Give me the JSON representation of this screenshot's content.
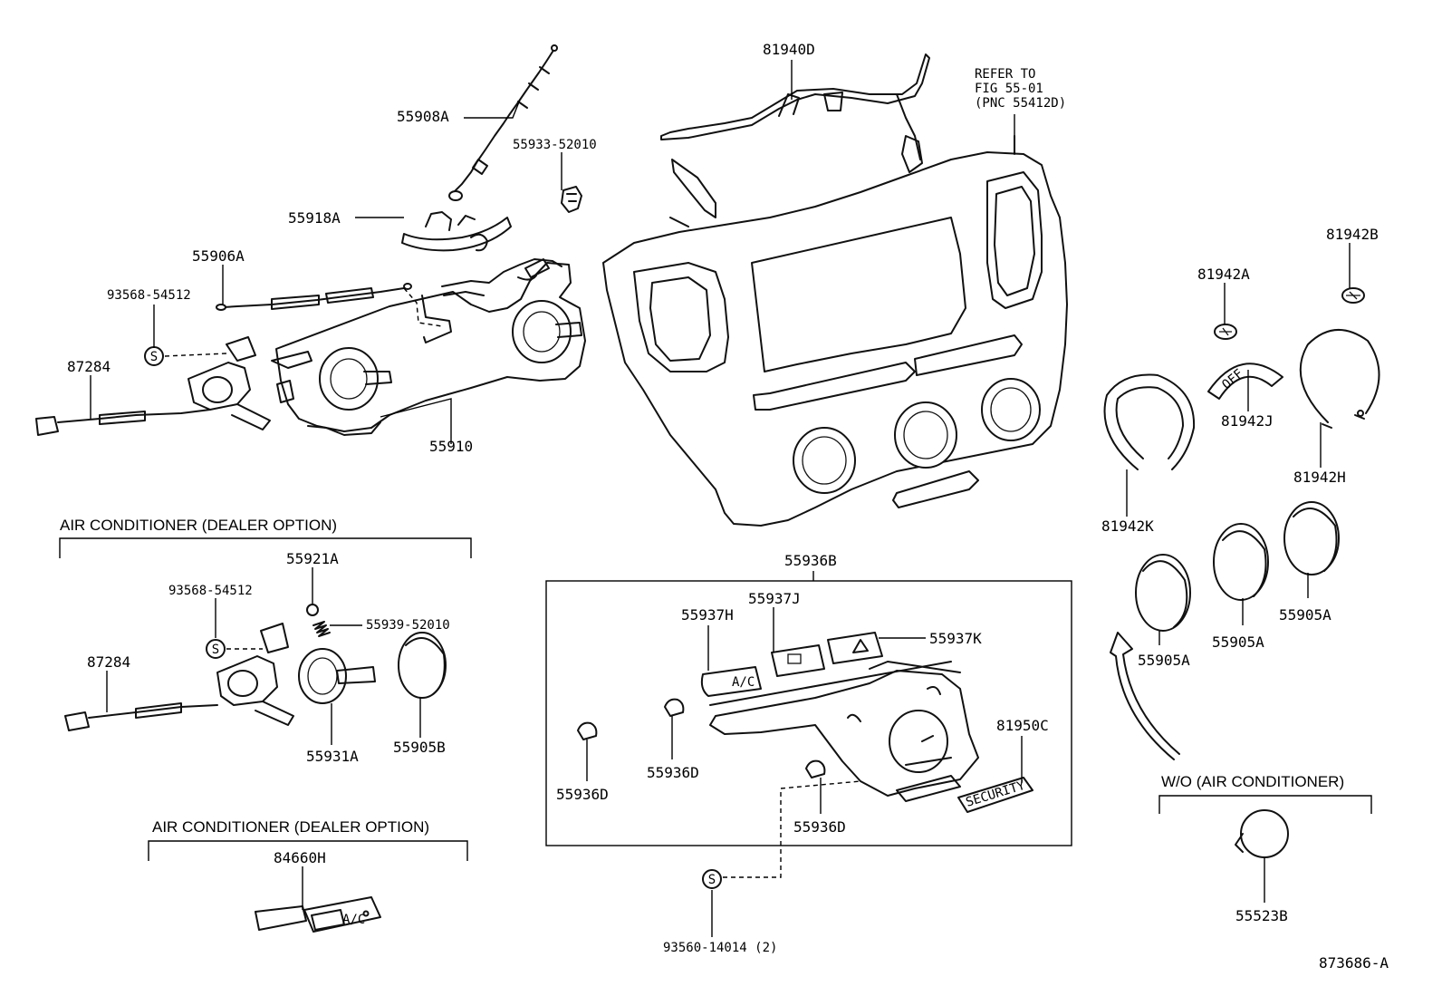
{
  "labels": {
    "p55908A": "55908A",
    "p55933_52010": "55933-52010",
    "p81940D": "81940D",
    "refer": [
      "REFER TO",
      "FIG 55-01",
      "(PNC 55412D)"
    ],
    "p55918A": "55918A",
    "p55906A": "55906A",
    "p93568_54512_top": "93568-54512",
    "p87284_top": "87284",
    "p55910": "55910",
    "p81942B": "81942B",
    "p81942A": "81942A",
    "p81942J": "81942J",
    "p81942H": "81942H",
    "p81942K": "81942K",
    "ac_dealer_option_1": "AIR CONDITIONER (DEALER OPTION)",
    "p55921A": "55921A",
    "p93568_54512_mid": "93568-54512",
    "p55939_52010": "55939-52010",
    "p87284_mid": "87284",
    "p55931A": "55931A",
    "p55905B": "55905B",
    "ac_dealer_option_2": "AIR CONDITIONER (DEALER OPTION)",
    "p84660H": "84660H",
    "p55936B": "55936B",
    "p55937J": "55937J",
    "p55937H": "55937H",
    "p55937K": "55937K",
    "p81950C": "81950C",
    "p55936D_a": "55936D",
    "p55936D_b": "55936D",
    "p55936D_c": "55936D",
    "p93560_14014": "93560-14014 (2)",
    "p55905A_a": "55905A",
    "p55905A_b": "55905A",
    "p55905A_c": "55905A",
    "wo_ac": "W/O (AIR CONDITIONER)",
    "p55523B": "55523B",
    "fig_id": "873686-A",
    "screw_symbol": "S",
    "button_ac": "A/C",
    "button_security": "SECURITY",
    "knob_off": "OFF"
  }
}
